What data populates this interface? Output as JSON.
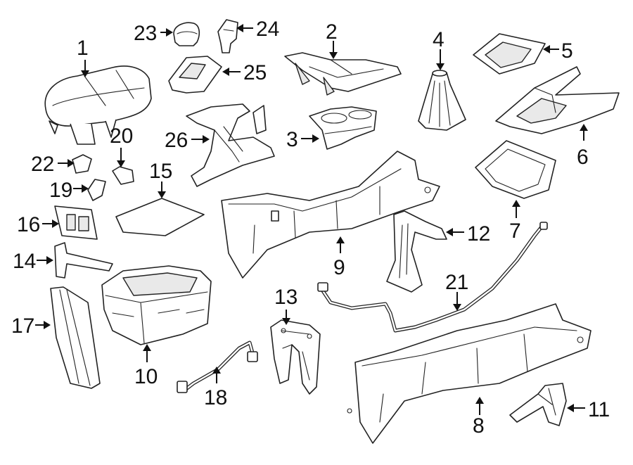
{
  "callouts": [
    "1",
    "2",
    "3",
    "4",
    "5",
    "6",
    "7",
    "8",
    "9",
    "10",
    "11",
    "12",
    "13",
    "14",
    "15",
    "16",
    "17",
    "18",
    "19",
    "20",
    "21",
    "22",
    "23",
    "24",
    "25",
    "26"
  ],
  "colors": {
    "line": "#222222",
    "background": "#ffffff",
    "shade": "#e9e9e9"
  }
}
